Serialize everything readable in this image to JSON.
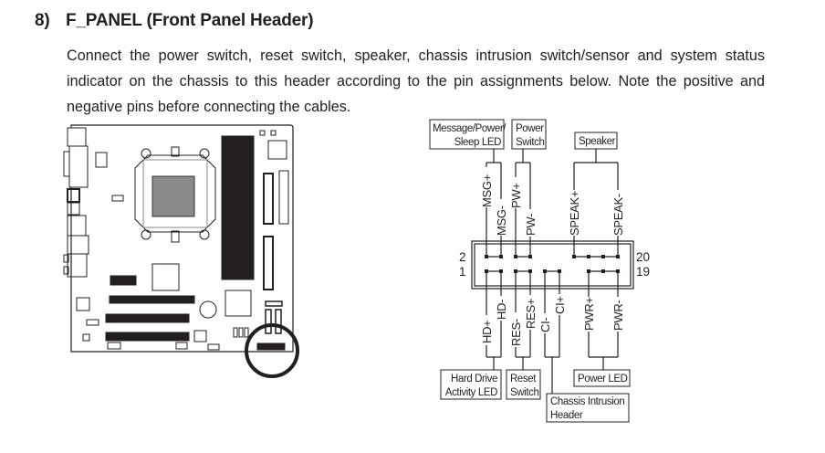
{
  "section": {
    "number": "8)",
    "title": "F_PANEL (Front Panel Header)",
    "description": "Connect the power switch, reset switch, speaker, chassis intrusion switch/sensor and system status indicator on the chassis to this header according to the pin assignments below. Note the positive and negative pins before connecting the cables."
  },
  "motherboard": {
    "highlight": "f-panel-header-location"
  },
  "header_diagram": {
    "pin_numbers": {
      "top_left": "2",
      "bottom_left": "1",
      "top_right": "20",
      "bottom_right": "19"
    },
    "top_groups": [
      {
        "label_line1": "Message/Power/",
        "label_line2": "Sleep LED",
        "pins": [
          "MSG+",
          "MSG-"
        ]
      },
      {
        "label_line1": "Power",
        "label_line2": "Switch",
        "pins": [
          "PW+",
          "PW-"
        ]
      },
      {
        "label_line1": "Speaker",
        "label_line2": "",
        "pins": [
          "SPEAK+",
          "SPEAK-"
        ]
      }
    ],
    "bottom_groups": [
      {
        "label_line1": "Hard Drive",
        "label_line2": "Activity LED",
        "pins": [
          "HD+",
          "HD-"
        ]
      },
      {
        "label_line1": "Reset",
        "label_line2": "Switch",
        "pins": [
          "RES-",
          "RES+"
        ]
      },
      {
        "label_line1": "Chassis Intrusion",
        "label_line2": "Header",
        "pins": [
          "CI-",
          "CI+"
        ]
      },
      {
        "label_line1": "Power LED",
        "label_line2": "",
        "pins": [
          "PWR+",
          "PWR-"
        ]
      }
    ]
  }
}
